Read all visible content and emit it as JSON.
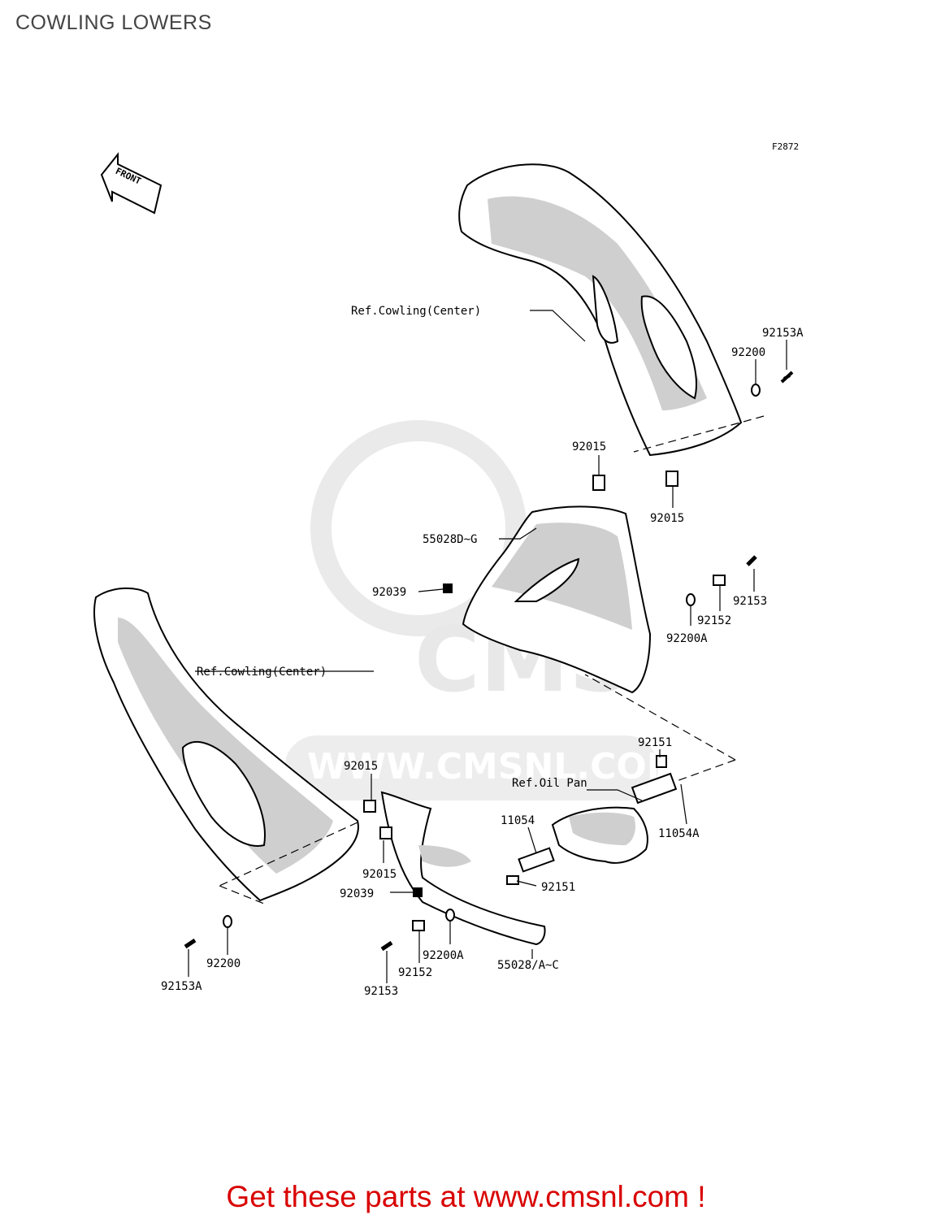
{
  "title": "COWLING LOWERS",
  "figure_code": "F2872",
  "front_marker": "FRONT",
  "watermark": {
    "brand": "CMS",
    "url": "WWW.CMSNL.COM"
  },
  "labels": {
    "ref_cowling_center_top": "Ref.Cowling(Center)",
    "ref_cowling_center_left": "Ref.Cowling(Center)",
    "ref_oil_pan": "Ref.Oil Pan",
    "p92153A_top": "92153A",
    "p92200_top": "92200",
    "p92015_a": "92015",
    "p92015_b": "92015",
    "p55028D": "55028D~G",
    "p92039_a": "92039",
    "p92153_right": "92153",
    "p92152_right": "92152",
    "p92200A_right": "92200A",
    "p92151_a": "92151",
    "p11054": "11054",
    "p11054A": "11054A",
    "p92015_c": "92015",
    "p92015_d": "92015",
    "p92039_b": "92039",
    "p92151_b": "92151",
    "p92200_bottom": "92200",
    "p92153A_bottom": "92153A",
    "p92200A_bottom": "92200A",
    "p92152_bottom": "92152",
    "p92153_bottom": "92153",
    "p55028": "55028/A~C"
  },
  "footer": "Get these parts at www.cmsnl.com !",
  "colors": {
    "footer": "#d90000",
    "title": "#444444",
    "watermark": "#e6e6e6"
  }
}
